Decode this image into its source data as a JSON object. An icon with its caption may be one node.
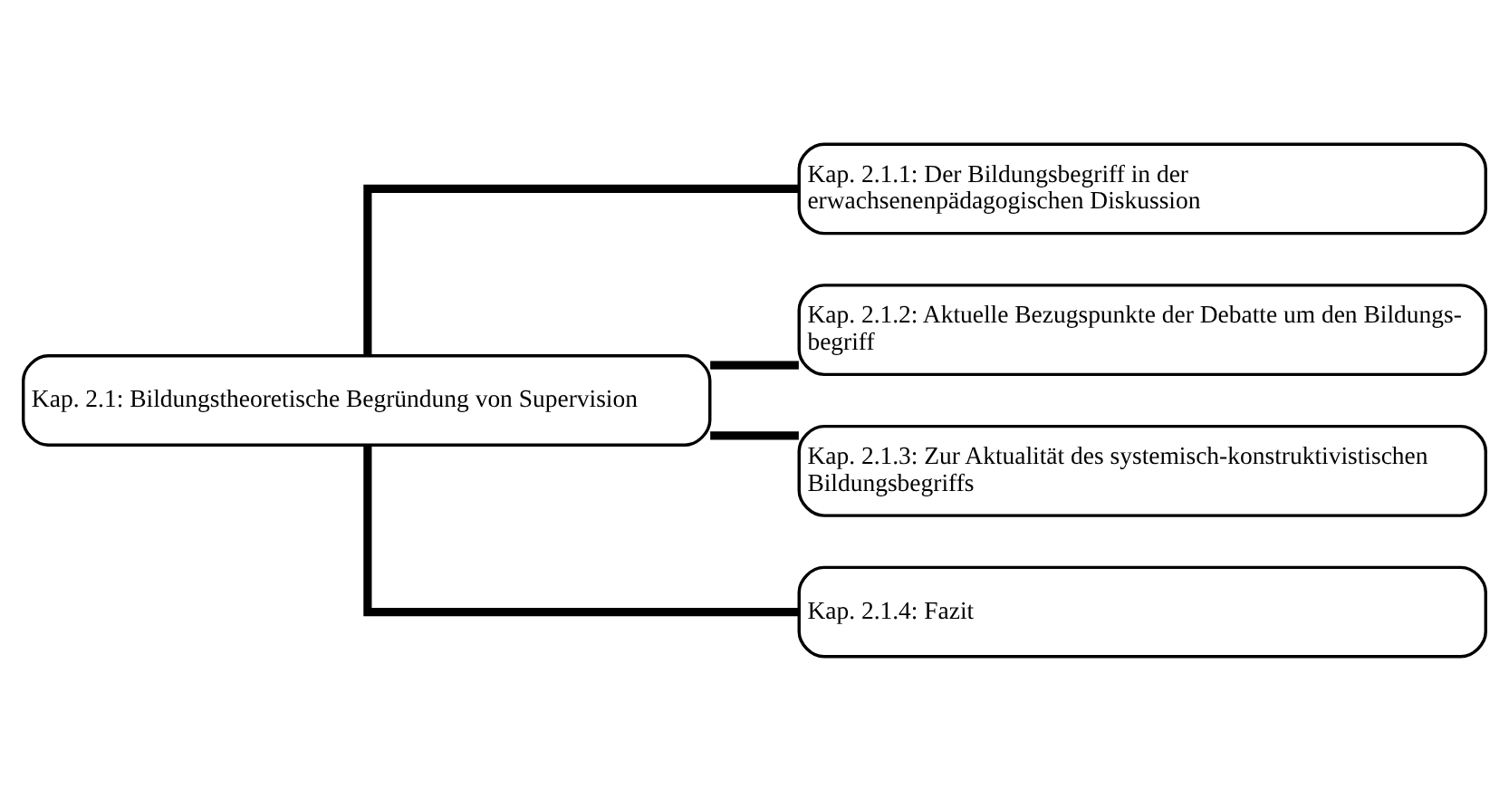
{
  "diagram": {
    "nodes": [
      {
        "text": [
          "Kap. 2.1: Bildungstheoretische Begründung von Supervision"
        ]
      },
      {
        "text": [
          "Kap. 2.1.1: Der Bildungsbegriff in der erwachsenenpädagogischen Diskussion"
        ]
      },
      {
        "text": [
          "Kap. 2.1.2: Aktuelle Bezugspunkte der Debatte um den Bildungs- begriff"
        ]
      },
      {
        "text": [
          "Kap. 2.1.3: Zur Aktualität des systemisch-konstruktivistischen Bildungsbegriffs"
        ]
      },
      {
        "text": [
          "Kap. 2.1.4: Fazit"
        ]
      }
    ],
    "edges": [
      {
        "from": 0,
        "to": 1,
        "arrow": "none"
      },
      {
        "from": 0,
        "to": 2,
        "arrow": "none"
      },
      {
        "from": 0,
        "to": 3,
        "arrow": "none"
      },
      {
        "from": 0,
        "to": 4,
        "arrow": "none"
      }
    ]
  }
}
